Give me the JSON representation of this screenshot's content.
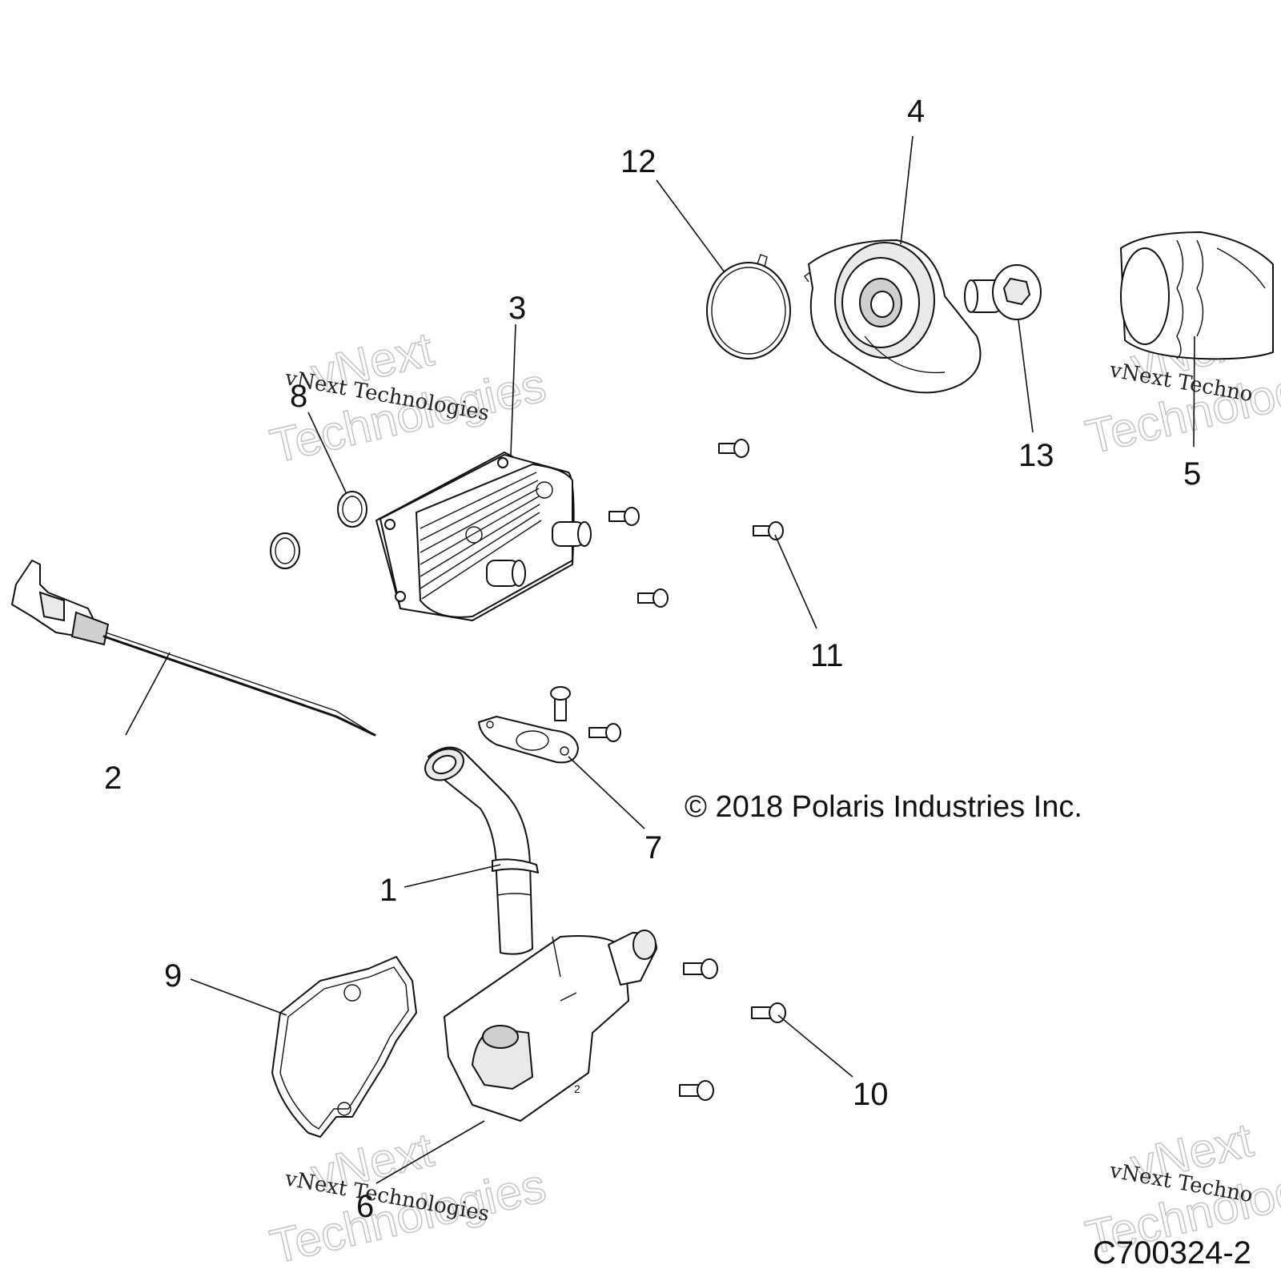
{
  "callouts": [
    {
      "id": "1",
      "label": "1"
    },
    {
      "id": "2",
      "label": "2"
    },
    {
      "id": "3",
      "label": "3"
    },
    {
      "id": "4",
      "label": "4"
    },
    {
      "id": "5",
      "label": "5"
    },
    {
      "id": "6",
      "label": "6"
    },
    {
      "id": "7",
      "label": "7"
    },
    {
      "id": "8",
      "label": "8"
    },
    {
      "id": "9",
      "label": "9"
    },
    {
      "id": "10",
      "label": "10"
    },
    {
      "id": "11",
      "label": "11"
    },
    {
      "id": "12",
      "label": "12"
    },
    {
      "id": "13",
      "label": "13"
    }
  ],
  "copyright": "© 2018 Polaris Industries Inc.",
  "diagram_code": "C700324-2",
  "watermark": {
    "line1": "vNext",
    "line2": "Technologies",
    "small": "vNext Technologies",
    "small_cut": "vNext Techno"
  }
}
